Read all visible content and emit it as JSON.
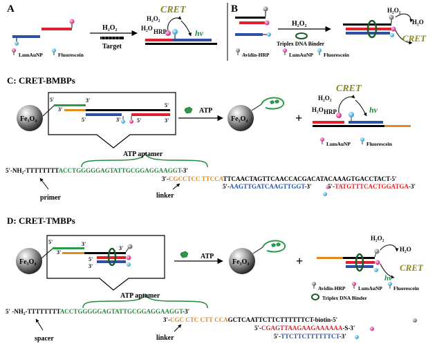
{
  "panelA": {
    "letter": "A",
    "h2o2": "H₂O₂",
    "target": "Target",
    "h2o2_b": "H₂O₂",
    "h2o": "H₂O",
    "hrp": "HRP",
    "cret": "CRET",
    "hv": "hv",
    "legend_lum": "LumAuNP",
    "legend_fluo": "Fluorescein"
  },
  "panelB": {
    "letter": "B",
    "h2o2": "H₂O₂",
    "binder": "Triplex DNA Binder",
    "h2o2_b": "H₂O₂",
    "h2o": "H₂O",
    "cret": "CRET",
    "legend_avidin": "Avidin-HRP",
    "legend_lum": "LumAuNP",
    "legend_fluo": "Fluorescein"
  },
  "panelC": {
    "title": "C: CRET-BMBPs",
    "fe3o4": "Fe₃O₄",
    "fe3o4_b": "Fe₃O₄",
    "atp": "ATP",
    "plus": "+",
    "h2o2": "H₂O₂",
    "h2o": "H₂O",
    "hrp": "HRP",
    "cret": "CRET",
    "hv": "hv",
    "legend_lum": "LumAuNP",
    "legend_fluo": "Fluorescein",
    "aptamer_label": "ATP aptamer",
    "primer_label": "primer",
    "linker_label": "linker",
    "seq1_black": "5'-NH₂-TTTTTTTT",
    "seq1_green": "ACCTGGGGGAGTATTGCGGAGGAAGGT",
    "seq1_end": "-3'",
    "seq2_start": "3'-",
    "seq2_orange": "CGCCTCC TTCCA",
    "seq2_black": "TTCAACTAGTTCAACCACGACATACAAAGTGACCTACT-5'",
    "seq3_start": "5'-",
    "seq3_blue": "AAGTTGATCAAGTTGGT",
    "seq3_end": "-3'",
    "seq4_start": "5'-",
    "seq4_red": "TATGTTTCACTGGATGA",
    "seq4_end": "-3'",
    "p3a": "5'",
    "p3b": "3'",
    "p3c": "3'",
    "p3d": "5'",
    "p3e": "3'",
    "p3f": "5'",
    "p3g": "3'",
    "p3h": "5'",
    "p3i": "3'",
    "p3j": "5'"
  },
  "panelD": {
    "title": "D: CRET-TMBPs",
    "fe3o4": "Fe₃O₄",
    "fe3o4_b": "Fe₃O₄",
    "atp": "ATP",
    "plus": "+",
    "h2o2": "H₂O₂",
    "h2o": "H₂O",
    "cret": "CRET",
    "hv": "hv",
    "legend_avidin": "Avidin-HRP",
    "legend_lum": "LumAuNP",
    "legend_fluo": "Fluorescein",
    "legend_binder": "Triplex DNA Binder",
    "aptamer_label": "ATP aptamer",
    "spacer_label": "spacer",
    "linker_label": "linker",
    "seq1_black": "5' -NH₂-TTTTTTTT",
    "seq1_green": "ACCTGGGGGAGTATTGCGGAGGAAGGT",
    "seq1_end": "-3'",
    "seq2_start": "3'-",
    "seq2_orange": "CGC CTC CTT CCA",
    "seq2_black": "GCTCAATTCTTCTTTTTTCT-biotin-5'",
    "seq3_start": "5'-",
    "seq3_red": "CGAGTTAAGAAGAAAAAA",
    "seq3_end": "-S-3'",
    "seq4_start": "5'-",
    "seq4_blue": "TTCTTCTTTTTTCT",
    "seq4_end": "-3'",
    "p5a": "5'",
    "p5b": "3'",
    "p5c": "3'",
    "p5d": "5'",
    "p5e": "3'",
    "p5f": "3'"
  },
  "colors": {
    "green": "#1e8c3a",
    "orange": "#e08a1e",
    "red": "#e0202a",
    "blue": "#2c4fa8",
    "pink": "#e0208a",
    "cyan": "#38b8e0",
    "olive": "#8a8a1a",
    "strand_green": "#2a9a4a"
  }
}
